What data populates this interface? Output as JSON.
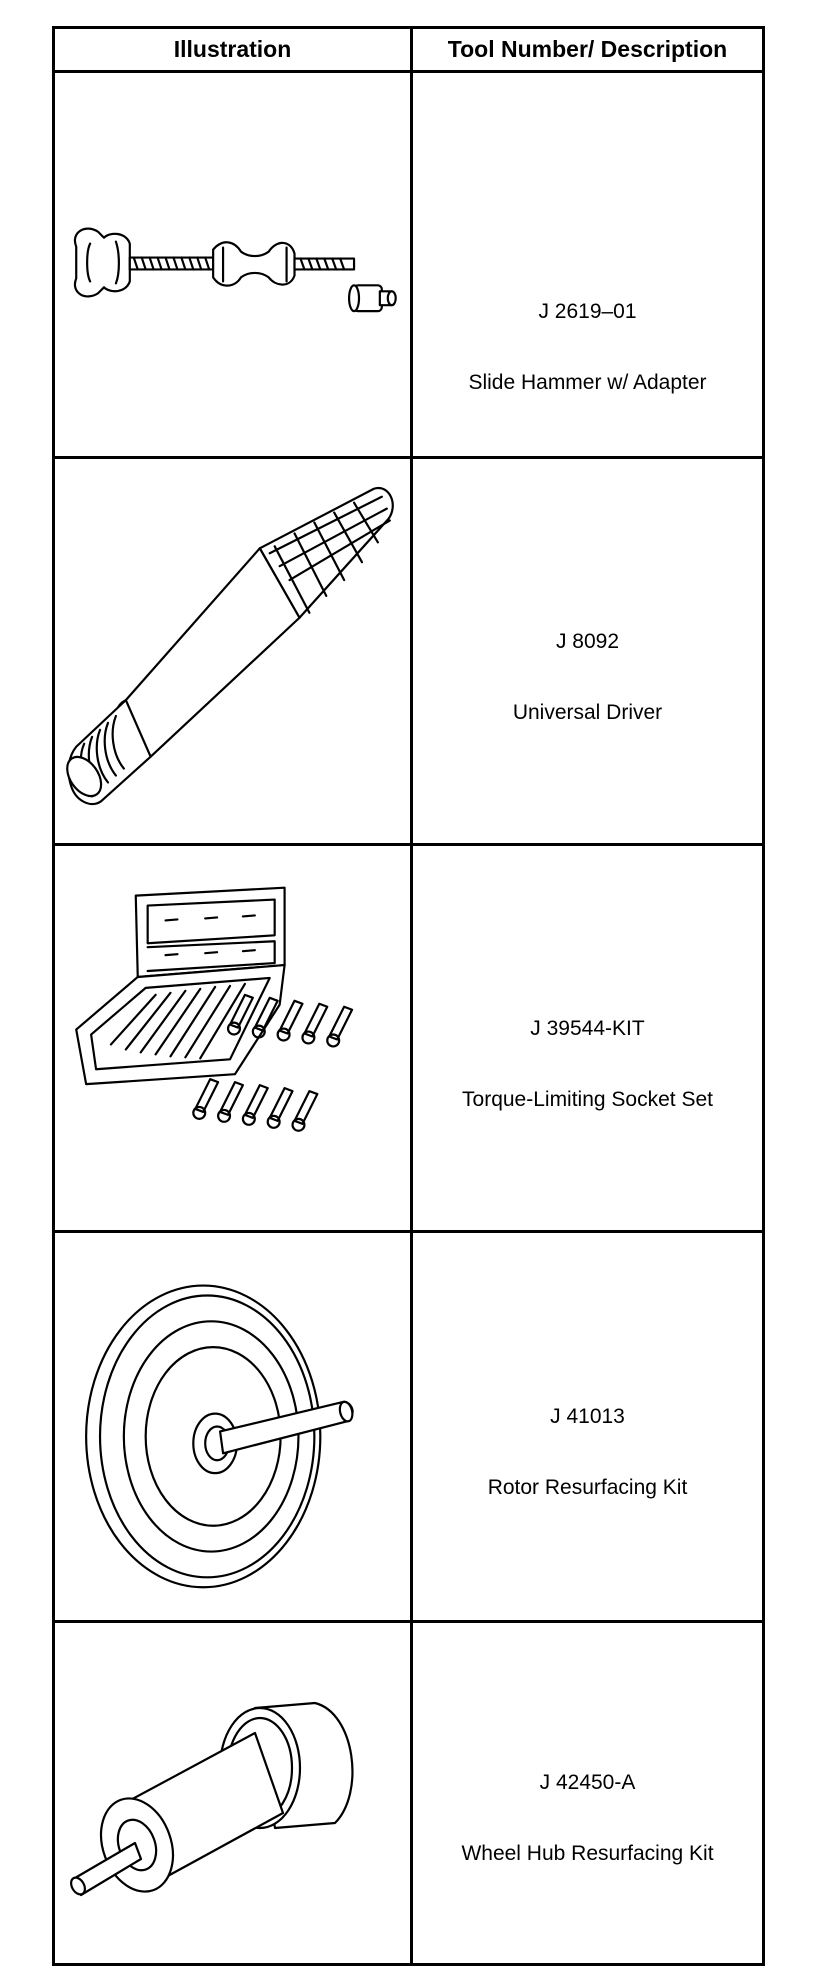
{
  "headers": {
    "illustration": "Illustration",
    "tool_description": "Tool Number/ Description"
  },
  "tools": [
    {
      "number": "J 2619–01",
      "name": "Slide Hammer w/ Adapter",
      "icon": "slide-hammer-icon"
    },
    {
      "number": "J 8092",
      "name": "Universal Driver",
      "icon": "universal-driver-icon"
    },
    {
      "number": "J 39544-KIT",
      "name": "Torque-Limiting Socket Set",
      "icon": "socket-set-icon"
    },
    {
      "number": "J 41013",
      "name": "Rotor Resurfacing Kit",
      "icon": "rotor-kit-icon"
    },
    {
      "number": "J 42450-A",
      "name": "Wheel Hub Resurfacing Kit",
      "icon": "wheel-hub-kit-icon"
    }
  ]
}
